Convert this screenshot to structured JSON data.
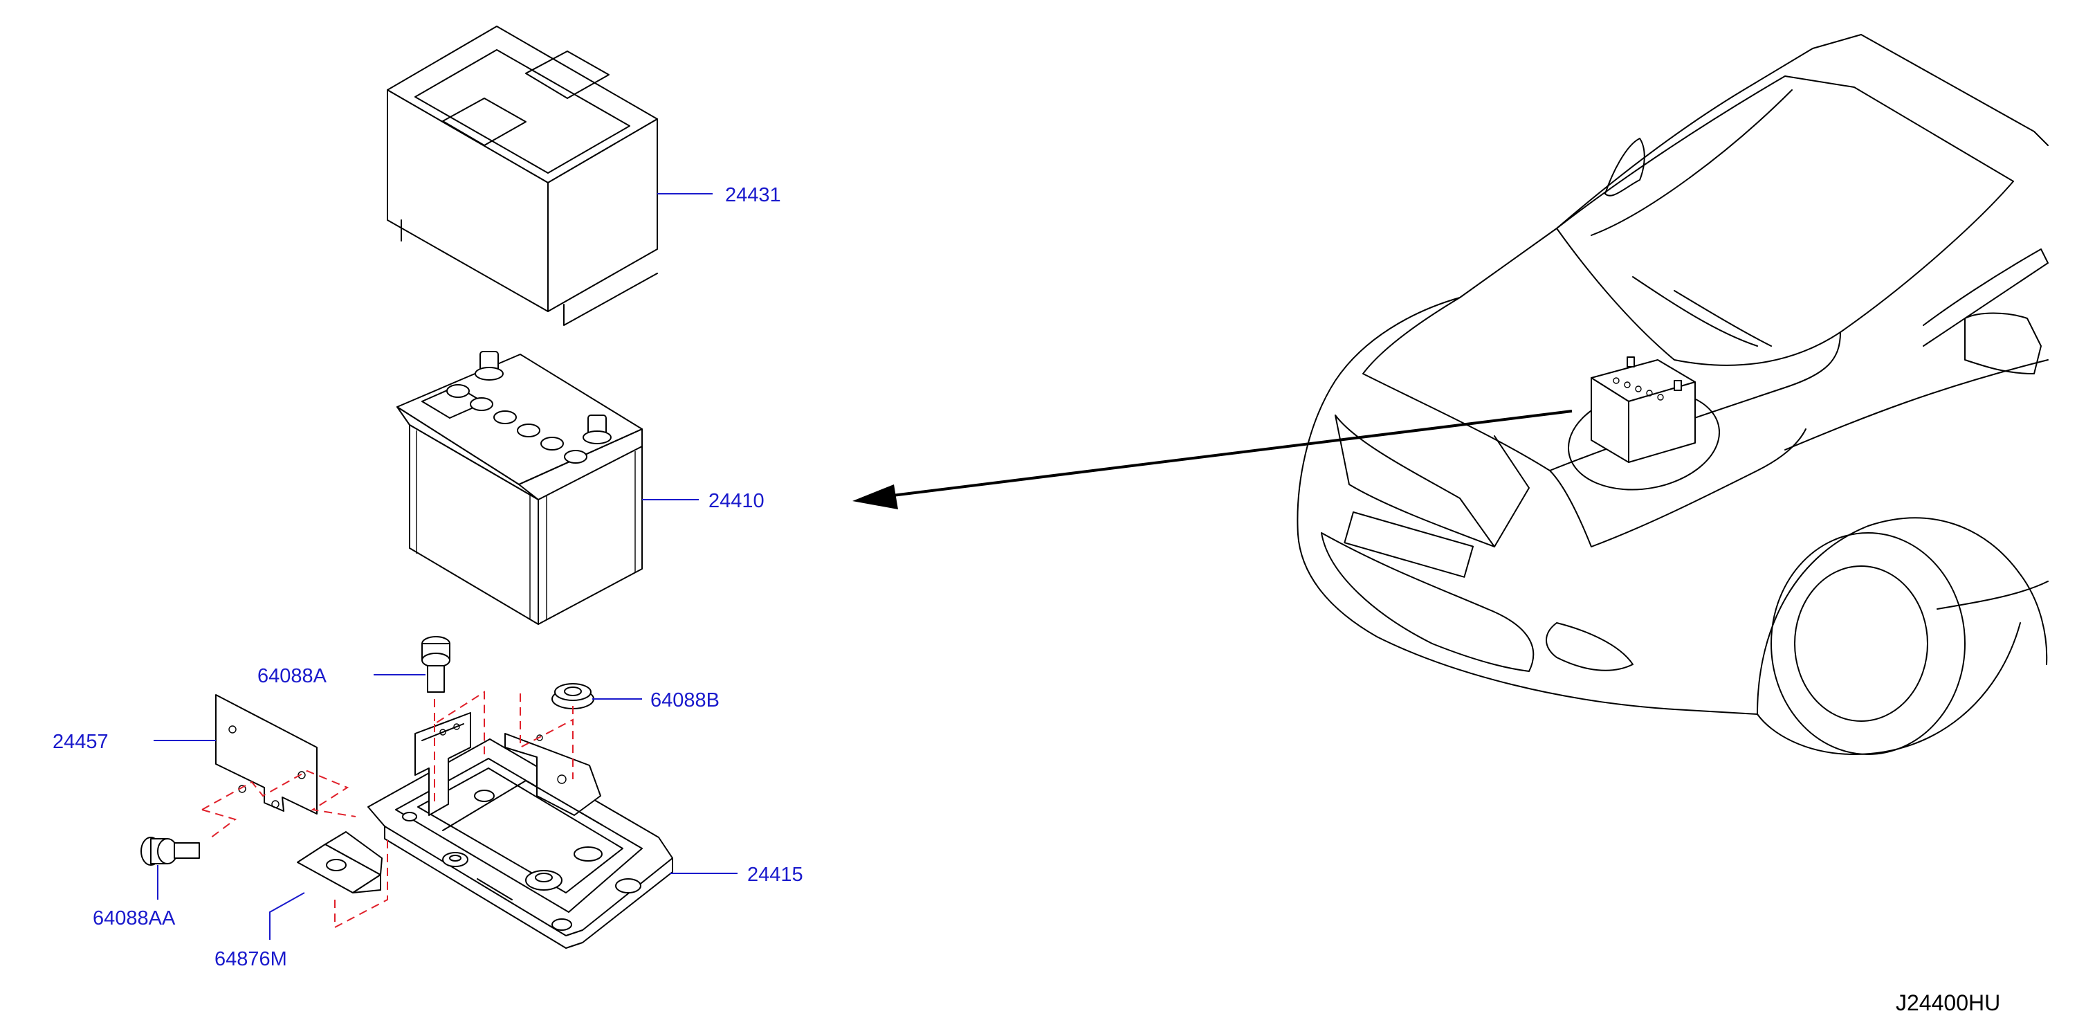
{
  "diagram_code": "J24400HU",
  "colors": {
    "label": "#1a1acc",
    "line": "#000000",
    "dashed_guide": "#e0202a"
  },
  "parts": [
    {
      "id": "cover",
      "number": "24431"
    },
    {
      "id": "battery",
      "number": "24410"
    },
    {
      "id": "bolt_a",
      "number": "64088A"
    },
    {
      "id": "nut_b",
      "number": "64088B"
    },
    {
      "id": "bracket_plate",
      "number": "24457"
    },
    {
      "id": "tray",
      "number": "24415"
    },
    {
      "id": "bolt_aa",
      "number": "64088AA"
    },
    {
      "id": "clamp",
      "number": "64876M"
    }
  ]
}
